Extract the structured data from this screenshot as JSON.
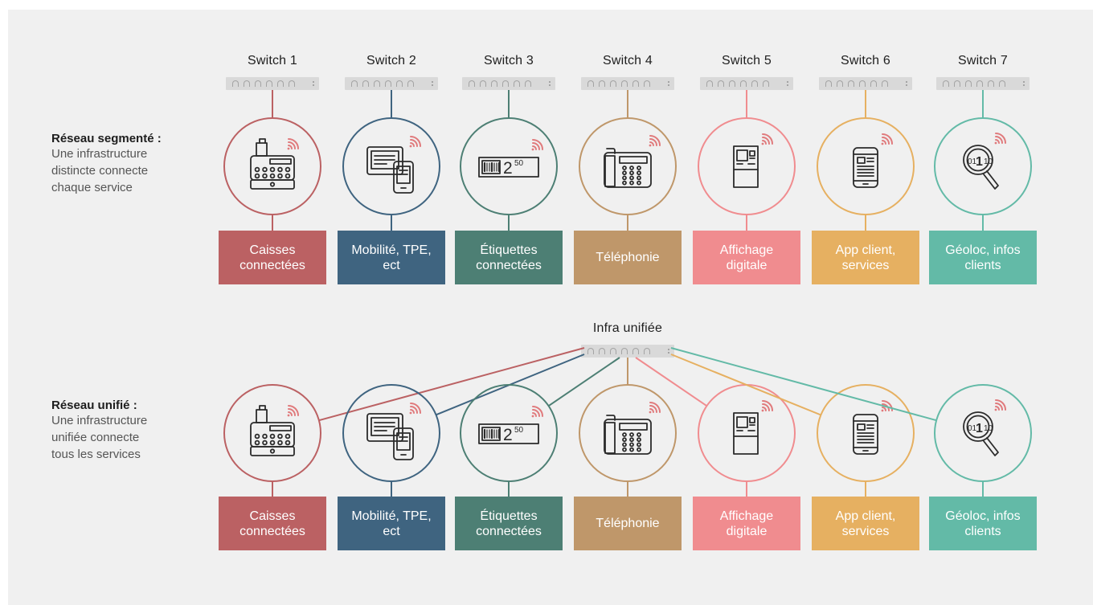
{
  "sections": {
    "segmented": {
      "title": "Réseau segmenté :",
      "description_lines": [
        "Une infrastructure",
        "distincte connecte",
        "chaque service"
      ]
    },
    "unified": {
      "title": "Réseau unifié :",
      "description_lines": [
        "Une infrastructure",
        "unifiée connecte",
        "tous les services"
      ],
      "switch_label": "Infra unifiée"
    }
  },
  "switches": [
    "Switch 1",
    "Switch 2",
    "Switch 3",
    "Switch 4",
    "Switch 5",
    "Switch 6",
    "Switch 7"
  ],
  "services": [
    {
      "label_lines": [
        "Caisses",
        "connectées"
      ],
      "color": "#bb6163",
      "icon": "cash-register-icon"
    },
    {
      "label_lines": [
        "Mobilité, TPE,",
        "ect"
      ],
      "color": "#3f6480",
      "icon": "pos-terminal-tablet-icon"
    },
    {
      "label_lines": [
        "Étiquettes",
        "connectées"
      ],
      "color": "#4d7f74",
      "icon": "price-label-icon"
    },
    {
      "label_lines": [
        "Téléphonie"
      ],
      "color": "#bf976a",
      "icon": "desk-phone-icon"
    },
    {
      "label_lines": [
        "Affichage",
        "digitale"
      ],
      "color": "#f08c8f",
      "icon": "digital-kiosk-icon"
    },
    {
      "label_lines": [
        "App client,",
        "services"
      ],
      "color": "#e6b061",
      "icon": "smartphone-app-icon"
    },
    {
      "label_lines": [
        "Géoloc, infos",
        "clients"
      ],
      "color": "#63baa7",
      "icon": "data-search-icon"
    }
  ],
  "colors": {
    "background": "#f0f0f0",
    "switch_fill": "#d9d9d9",
    "icon_stroke": "#2b2b2b",
    "wifi_accent": "#e07a7c"
  },
  "icons": {
    "price_tag_text": "2",
    "price_tag_superscript": "50",
    "data_search_text": "01",
    "data_search_bold": "1"
  }
}
